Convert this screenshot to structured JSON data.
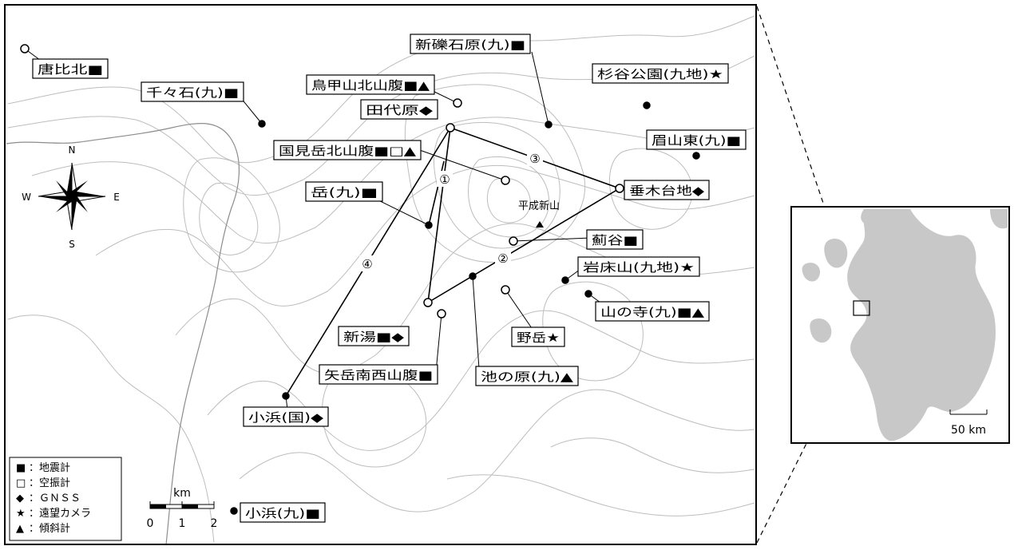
{
  "map": {
    "stations": [
      {
        "key": "karahi",
        "label": "唐比北■"
      },
      {
        "key": "chijiwa",
        "label": "千々石(九)■"
      },
      {
        "key": "shinreki",
        "label": "新礫石原(九)■"
      },
      {
        "key": "torikabuto",
        "label": "鳥甲山北山腹■▲"
      },
      {
        "key": "tashiro",
        "label": "田代原◆"
      },
      {
        "key": "kunimi",
        "label": "国見岳北山腹■□▲"
      },
      {
        "key": "dake",
        "label": "岳(九)■"
      },
      {
        "key": "sugitani",
        "label": "杉谷公園(九地)★"
      },
      {
        "key": "mayuyama",
        "label": "眉山東(九)■"
      },
      {
        "key": "taruki",
        "label": "垂木台地◆"
      },
      {
        "key": "azamidani",
        "label": "薊谷■"
      },
      {
        "key": "iwatoko",
        "label": "岩床山(九地)★"
      },
      {
        "key": "yamanotera",
        "label": "山の寺(九)■▲"
      },
      {
        "key": "nodake",
        "label": "野岳★"
      },
      {
        "key": "shinyu",
        "label": "新湯■◆"
      },
      {
        "key": "yadake",
        "label": "矢岳南西山腹■"
      },
      {
        "key": "ikenohara",
        "label": "池の原(九)▲"
      },
      {
        "key": "obama_kuni",
        "label": "小浜(国)◆"
      },
      {
        "key": "obama_kyu",
        "label": "小浜(九)■"
      }
    ],
    "summit": "平成新山",
    "baselines": [
      "①",
      "②",
      "③",
      "④"
    ],
    "compass": {
      "n": "N",
      "s": "S",
      "e": "E",
      "w": "W"
    },
    "scale": {
      "unit": "km",
      "ticks": [
        "0",
        "1",
        "2"
      ]
    },
    "legend": [
      {
        "sym": "■",
        "text": "：地震計"
      },
      {
        "sym": "□",
        "text": "：空振計"
      },
      {
        "sym": "◆",
        "text": "：ＧＮＳＳ"
      },
      {
        "sym": "★",
        "text": "：遠望カメラ"
      },
      {
        "sym": "▲",
        "text": "：傾斜計"
      }
    ]
  },
  "inset": {
    "scale_label": "50 km"
  },
  "colors": {
    "contour": "#bdbdbd",
    "land": "#c8c8c8",
    "frame": "#000000"
  }
}
